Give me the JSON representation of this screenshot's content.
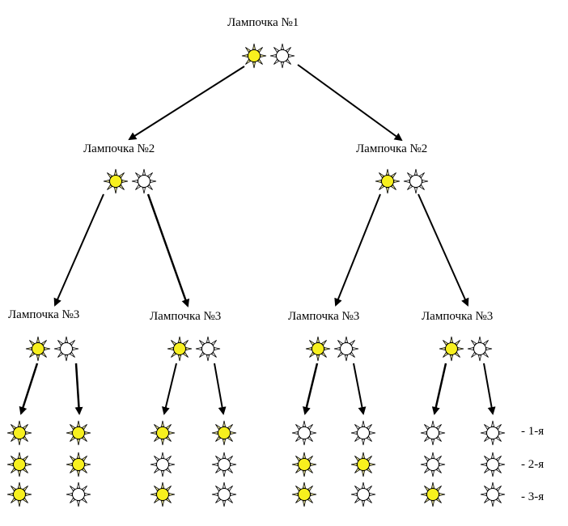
{
  "colors": {
    "on": "#f7f01e",
    "off": "#ffffff",
    "stroke": "#000000",
    "ray_on": "#f3ee9c",
    "ray_off": "#ffffff"
  },
  "icons": {
    "lit": "sun-lit-icon",
    "unlit": "sun-unlit-icon"
  },
  "tree": {
    "root": {
      "label": "Лампочка №1"
    },
    "level2": [
      {
        "label": "Лампочка №2"
      },
      {
        "label": "Лампочка №2"
      }
    ],
    "level3": [
      {
        "label": "Лампочка №3"
      },
      {
        "label": "Лампочка №3"
      },
      {
        "label": "Лампочка №3"
      },
      {
        "label": "Лампочка №3"
      }
    ]
  },
  "outcomes": {
    "columns": [
      [
        "on",
        "on",
        "on"
      ],
      [
        "on",
        "on",
        "off"
      ],
      [
        "on",
        "off",
        "on"
      ],
      [
        "on",
        "off",
        "off"
      ],
      [
        "off",
        "on",
        "on"
      ],
      [
        "off",
        "on",
        "off"
      ],
      [
        "off",
        "off",
        "on"
      ],
      [
        "off",
        "off",
        "off"
      ]
    ],
    "row_labels": [
      "- 1-я",
      "- 2-я",
      "- 3-я"
    ]
  }
}
